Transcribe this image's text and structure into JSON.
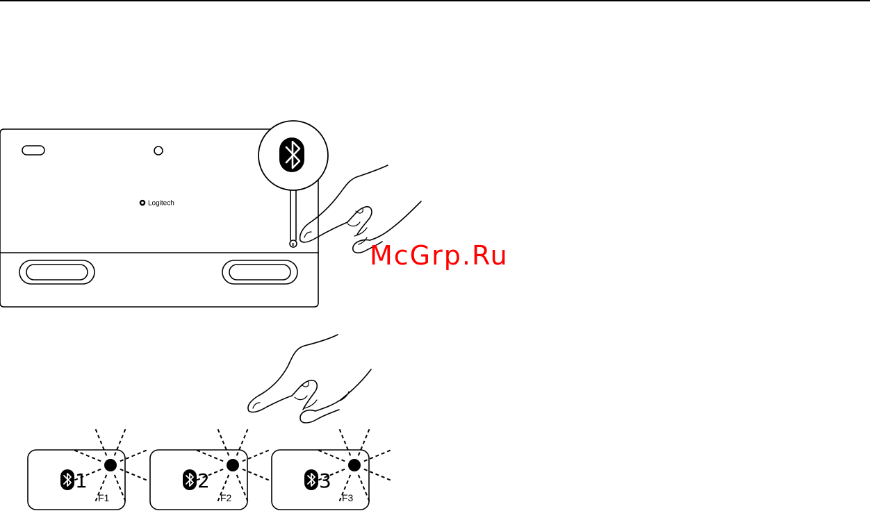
{
  "keyboard": {
    "brand": "Logitech"
  },
  "watermark": {
    "text": "McGrp.Ru",
    "color": "#ff0000"
  },
  "keys": [
    {
      "number": "1",
      "fn": "F1",
      "icon": "bluetooth-icon"
    },
    {
      "number": "2",
      "fn": "F2",
      "icon": "bluetooth-icon"
    },
    {
      "number": "3",
      "fn": "F3",
      "icon": "bluetooth-icon"
    }
  ]
}
